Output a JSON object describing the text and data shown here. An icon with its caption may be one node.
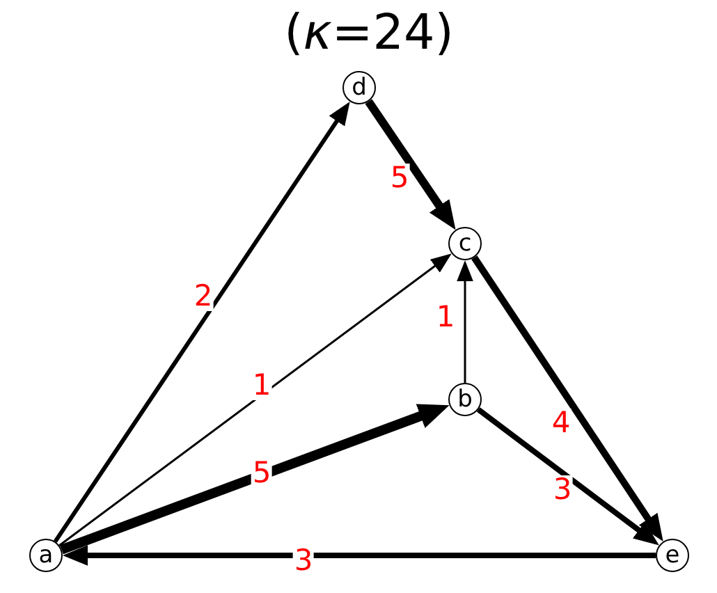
{
  "diagram": {
    "title": "(*κ*=24)",
    "nodes": [
      {
        "text": [
          "d"
        ]
      },
      {
        "text": [
          "c"
        ]
      },
      {
        "text": [
          "b"
        ]
      },
      {
        "text": [
          "a"
        ]
      },
      {
        "text": [
          "e"
        ]
      }
    ],
    "edges": [
      {
        "from": 3,
        "to": 0,
        "arrow": "to",
        "label": "2"
      },
      {
        "from": 3,
        "to": 1,
        "arrow": "to",
        "label": "1"
      },
      {
        "from": 3,
        "to": 2,
        "arrow": "to",
        "label": "5"
      },
      {
        "from": 0,
        "to": 1,
        "arrow": "to",
        "label": "5"
      },
      {
        "from": 2,
        "to": 1,
        "arrow": "to",
        "label": "1"
      },
      {
        "from": 1,
        "to": 4,
        "arrow": "to",
        "label": "4"
      },
      {
        "from": 2,
        "to": 4,
        "arrow": "to",
        "label": "3"
      },
      {
        "from": 4,
        "to": 3,
        "arrow": "to",
        "label": "3"
      }
    ]
  }
}
